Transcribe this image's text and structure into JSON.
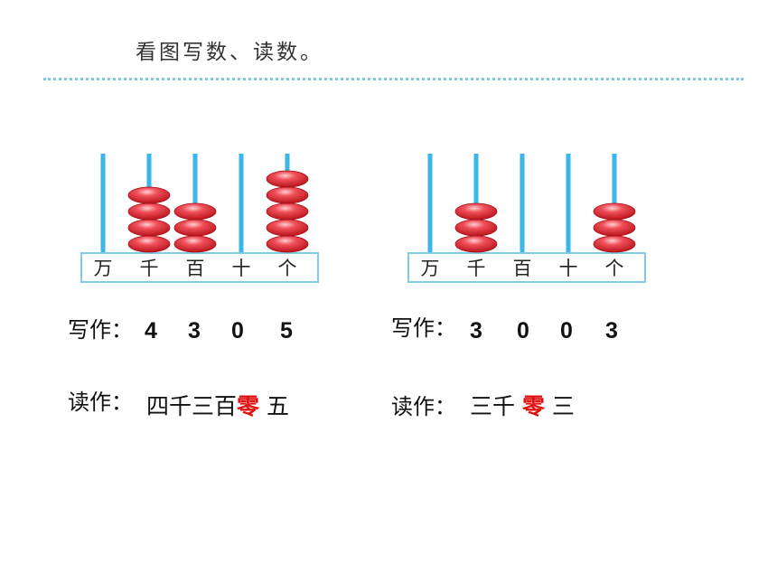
{
  "instruction": "看图写数、读数。",
  "colors": {
    "rod": "#3ab6e8",
    "bead": "#e8323a",
    "frame": "#7fcbe6",
    "zero": "#e01010"
  },
  "abaci": [
    {
      "place_labels": [
        "万",
        "千",
        "百",
        "十",
        "个"
      ],
      "beads": [
        0,
        4,
        3,
        0,
        5
      ],
      "write_label": "写作：",
      "digits": [
        "4",
        "3",
        "0",
        "5"
      ],
      "read_label": "读作：",
      "reading": [
        {
          "text": "四千三百",
          "zero": false
        },
        {
          "text": "零",
          "zero": true
        },
        {
          "text": " 五",
          "zero": false
        }
      ]
    },
    {
      "place_labels": [
        "万",
        "千",
        "百",
        "十",
        "个"
      ],
      "beads": [
        0,
        3,
        0,
        0,
        3
      ],
      "write_label": "写作：",
      "digits": [
        "3",
        "0",
        "0",
        "3"
      ],
      "read_label": "读作：",
      "reading": [
        {
          "text": "三千 ",
          "zero": false
        },
        {
          "text": "零",
          "zero": true
        },
        {
          "text": " 三",
          "zero": false
        }
      ]
    }
  ]
}
